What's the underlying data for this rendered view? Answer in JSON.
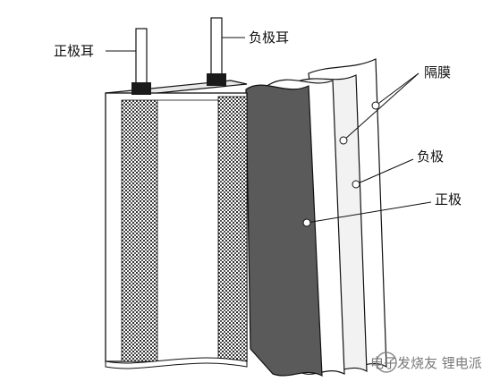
{
  "labels": {
    "positive_tab": "正极耳",
    "negative_tab": "负极耳",
    "separator": "隔膜",
    "negative_electrode": "负极",
    "positive_electrode": "正极"
  },
  "watermark": {
    "text": "电子发烧友 锂电派"
  },
  "colors": {
    "background": "#ffffff",
    "outline": "#111111",
    "positive_sheet": "#5a5a5a",
    "mesh": "#3a3a3a"
  }
}
